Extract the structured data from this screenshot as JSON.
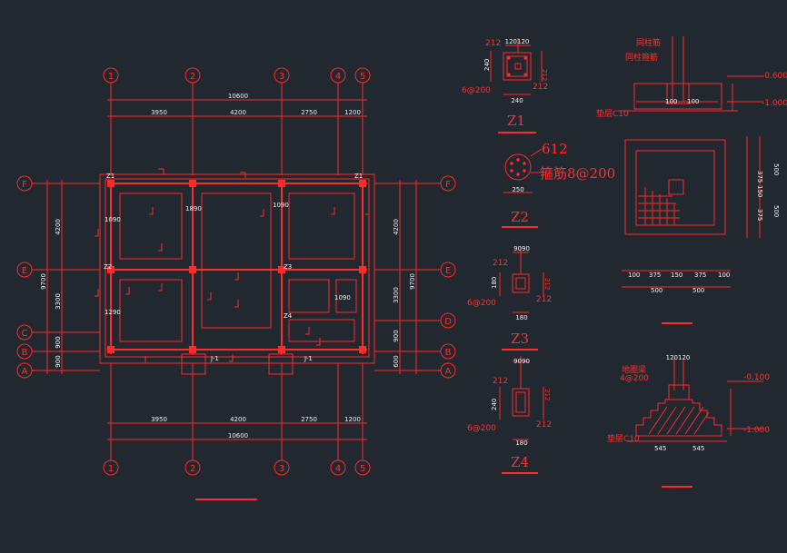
{
  "axes_h": [
    "1",
    "2",
    "3",
    "4",
    "5"
  ],
  "axes_v": [
    "F",
    "E",
    "D",
    "C",
    "B",
    "A"
  ],
  "plan": {
    "top_total": "10600",
    "top_dims": [
      "3950",
      "4200",
      "2750",
      "1200"
    ],
    "bottom_total": "10600",
    "bottom_dims": [
      "3950",
      "4200",
      "2750",
      "1200"
    ],
    "left_dims_outer": [
      "4200",
      "3300",
      "900",
      "900"
    ],
    "left_dims_total": "9700",
    "right_dims_outer": [
      "4200",
      "3300",
      "900",
      "600"
    ],
    "right_dims_total": "9700",
    "labels": [
      "Z1",
      "Z2",
      "Z3",
      "Z4",
      "J-1",
      "1090",
      "1290",
      "1890"
    ]
  },
  "columns": {
    "z1": {
      "title": "Z1",
      "top_dim": "120120",
      "left_tag": "212",
      "right_tag": "212",
      "bottom_tag": "212",
      "left_dim": "240",
      "stirrup": "6@200",
      "width": "240"
    },
    "z2": {
      "title": "Z2",
      "bars": "612",
      "stirrup": "箍筋8@200",
      "width": "250"
    },
    "z3": {
      "title": "Z3",
      "top_dim": "9090",
      "left_tag": "212",
      "right_tag": "212",
      "left_dim": "180",
      "stirrup": "6@200",
      "width": "180"
    },
    "z4": {
      "title": "Z4",
      "top_dim": "9090",
      "left_tag": "212",
      "right_tag": "212",
      "left_dim": "240",
      "stirrup": "6@200",
      "width": "180"
    }
  },
  "footing_section": {
    "label_top": "同柱筋",
    "label_stirrup": "同柱箍筋",
    "label_cushion": "垫层C10",
    "elev_1": "-0.600",
    "elev_2": "-1.000",
    "dims": [
      "100",
      "100"
    ]
  },
  "footing_plan": {
    "dims_bottom": [
      "100",
      "375",
      "150",
      "375",
      "100"
    ],
    "dims_bottom2": [
      "500",
      "500"
    ],
    "dims_right": [
      "375",
      "150",
      "375"
    ],
    "dims_right2": [
      "500",
      "500"
    ]
  },
  "footing_j1": {
    "label_a": "地圈梁",
    "label_b": "4@200",
    "label_cushion": "垫层C10",
    "elev_1": "-0.100",
    "elev_2": "-1.000",
    "dims": [
      "545",
      "545"
    ],
    "top_dim": "120120"
  }
}
